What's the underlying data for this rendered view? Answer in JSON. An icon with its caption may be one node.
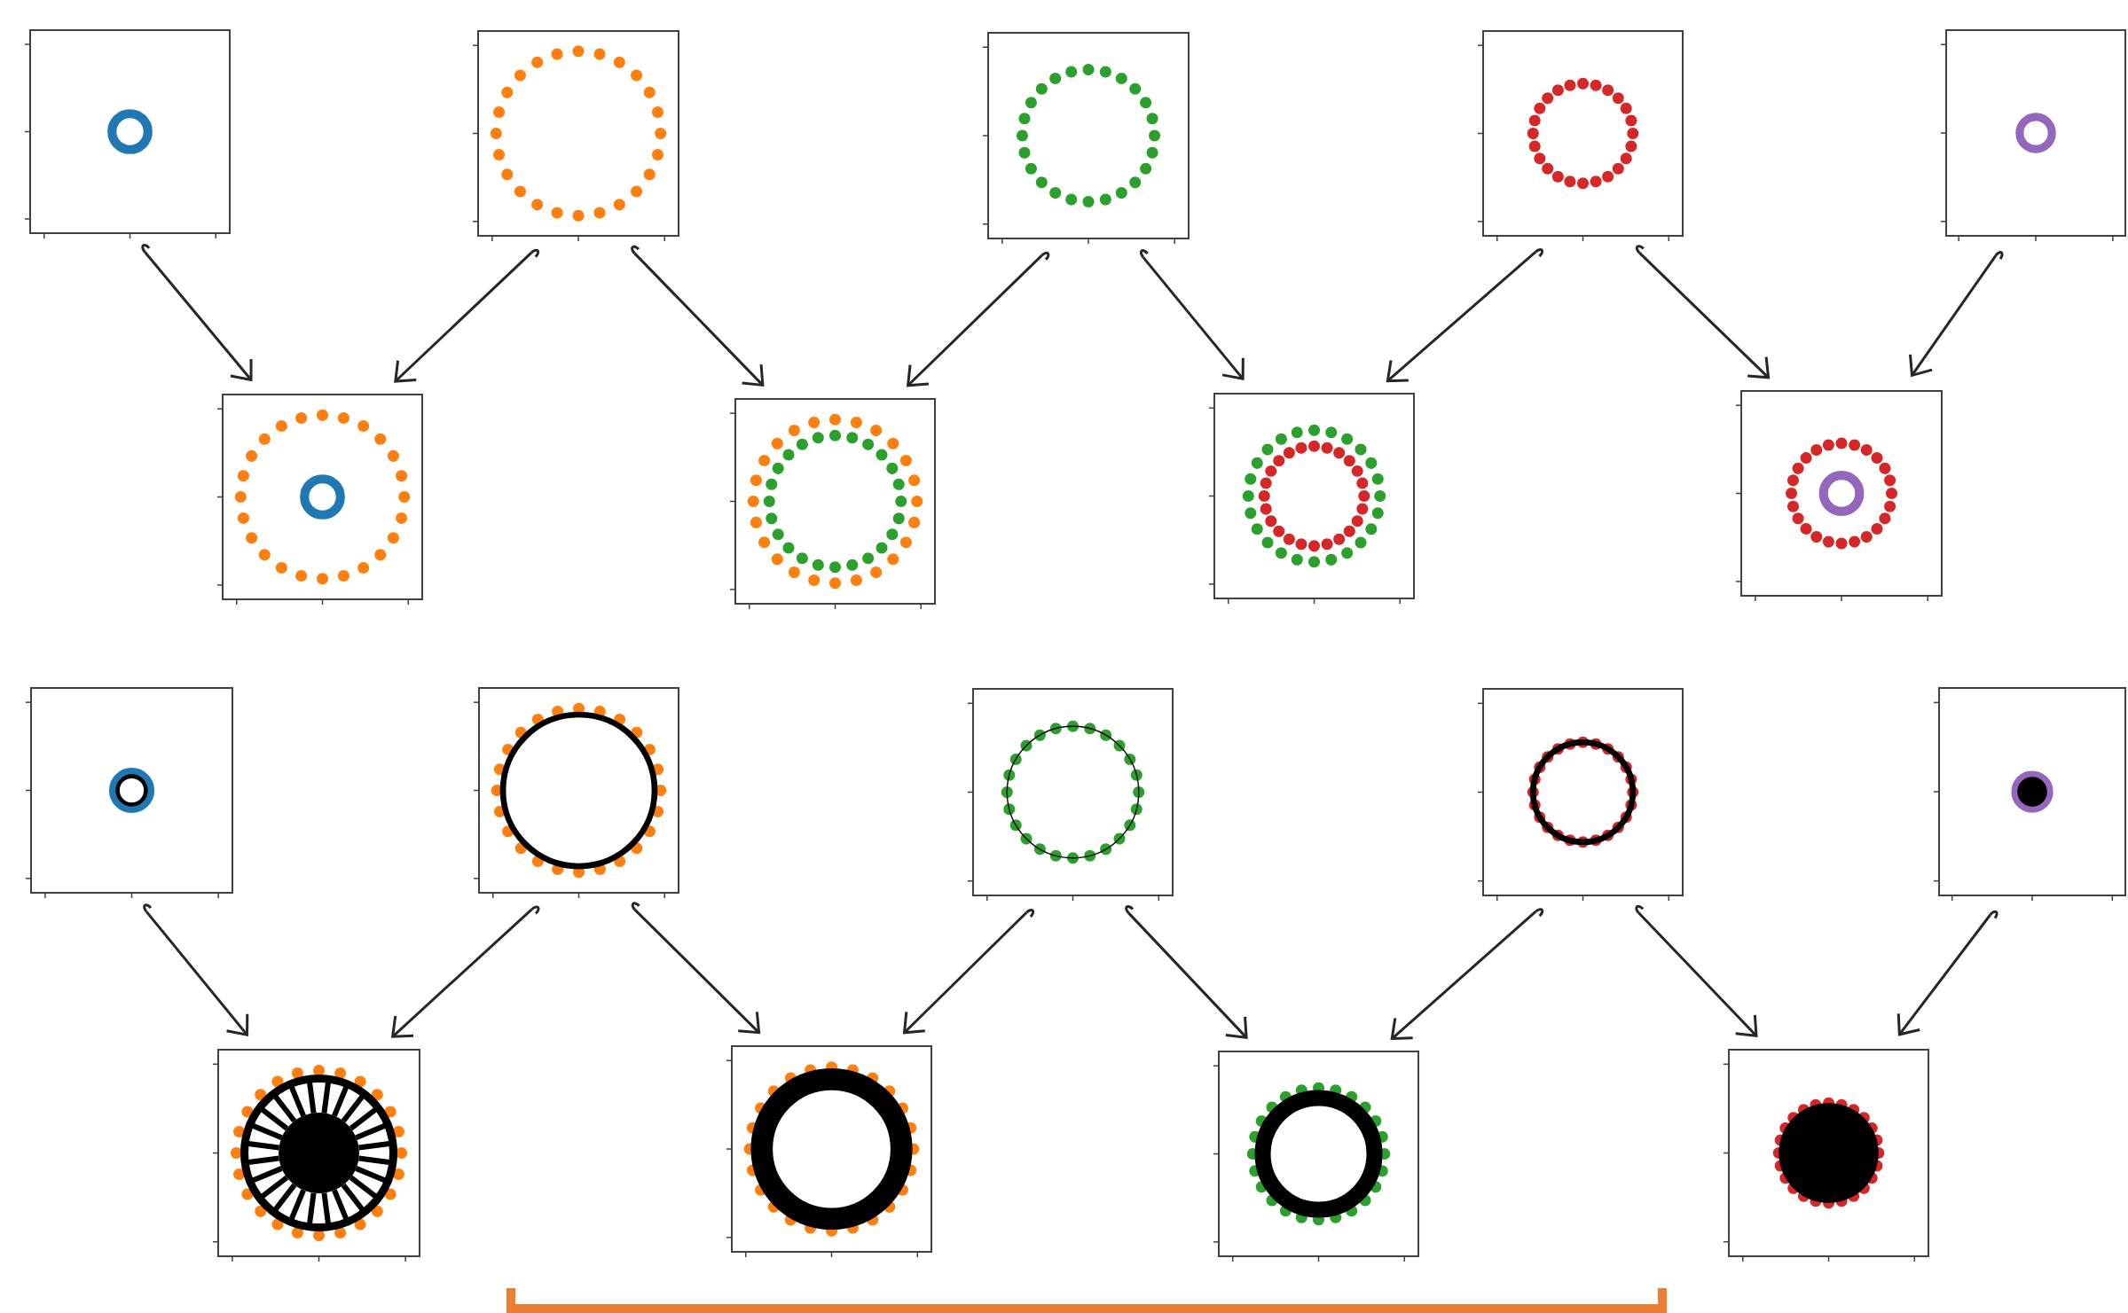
{
  "diagram": {
    "nodes": [
      {
        "text": [],
        "shape": "picture"
      },
      {
        "text": [],
        "shape": "picture"
      },
      {
        "text": [],
        "shape": "picture"
      },
      {
        "text": [],
        "shape": "picture"
      },
      {
        "text": [],
        "shape": "picture"
      },
      {
        "text": [],
        "shape": "picture"
      },
      {
        "text": [],
        "shape": "picture"
      },
      {
        "text": [],
        "shape": "picture"
      },
      {
        "text": [],
        "shape": "picture"
      },
      {
        "text": [],
        "shape": "picture"
      },
      {
        "text": [],
        "shape": "picture"
      },
      {
        "text": [],
        "shape": "picture"
      },
      {
        "text": [],
        "shape": "picture"
      },
      {
        "text": [],
        "shape": "picture"
      },
      {
        "text": [],
        "shape": "picture"
      },
      {
        "text": [],
        "shape": "picture"
      },
      {
        "text": [],
        "shape": "picture"
      },
      {
        "text": [],
        "shape": "picture"
      }
    ],
    "edges": [
      {
        "from": 0,
        "to": 5,
        "arrow": "to"
      },
      {
        "from": 1,
        "to": 5,
        "arrow": "to"
      },
      {
        "from": 1,
        "to": 6,
        "arrow": "to"
      },
      {
        "from": 2,
        "to": 6,
        "arrow": "to"
      },
      {
        "from": 2,
        "to": 7,
        "arrow": "to"
      },
      {
        "from": 3,
        "to": 7,
        "arrow": "to"
      },
      {
        "from": 3,
        "to": 8,
        "arrow": "to"
      },
      {
        "from": 4,
        "to": 8,
        "arrow": "to"
      },
      {
        "from": 9,
        "to": 14,
        "arrow": "to"
      },
      {
        "from": 10,
        "to": 14,
        "arrow": "to"
      },
      {
        "from": 10,
        "to": 15,
        "arrow": "to"
      },
      {
        "from": 11,
        "to": 15,
        "arrow": "to"
      },
      {
        "from": 11,
        "to": 16,
        "arrow": "to"
      },
      {
        "from": 12,
        "to": 16,
        "arrow": "to"
      },
      {
        "from": 12,
        "to": 17,
        "arrow": "to"
      },
      {
        "from": 13,
        "to": 17,
        "arrow": "to"
      }
    ]
  }
}
